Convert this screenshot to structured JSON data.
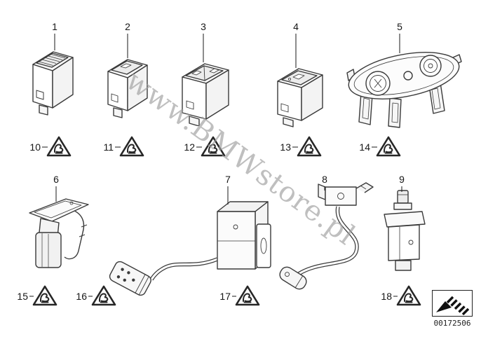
{
  "diagram": {
    "watermark": "www.BMWstore.pl",
    "part_number": "00172506",
    "callouts": {
      "parts": [
        "1",
        "2",
        "3",
        "4",
        "5",
        "6",
        "7",
        "8",
        "9"
      ],
      "marks": [
        "10",
        "11",
        "12",
        "13",
        "14",
        "15",
        "16",
        "17",
        "18"
      ]
    },
    "colors": {
      "line": "#1a1a1a",
      "watermark": "#9e9e9e",
      "background": "#ffffff"
    }
  }
}
